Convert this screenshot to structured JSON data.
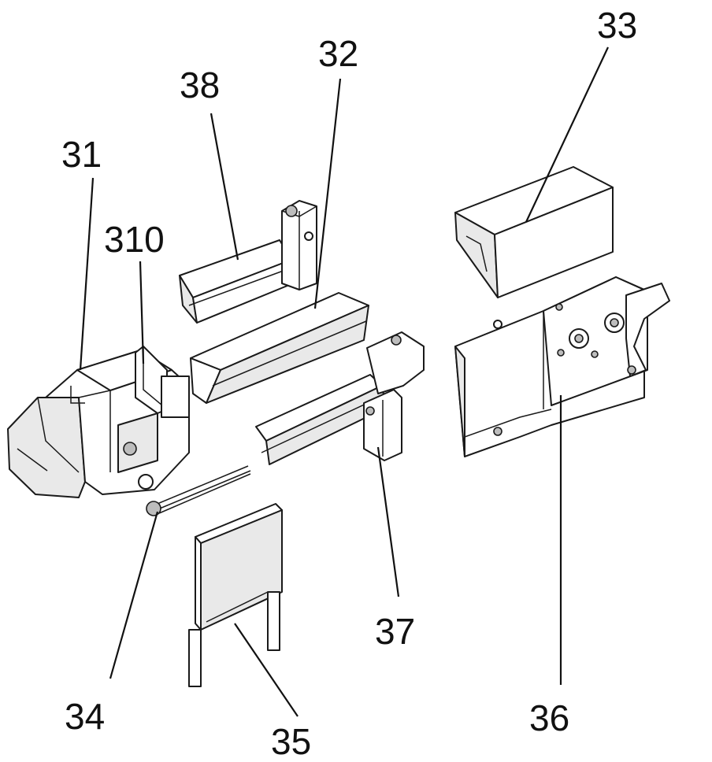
{
  "diagram": {
    "labels": {
      "l31": "31",
      "l310": "310",
      "l38": "38",
      "l32": "32",
      "l33": "33",
      "l34": "34",
      "l35": "35",
      "l36": "36",
      "l37": "37"
    }
  }
}
